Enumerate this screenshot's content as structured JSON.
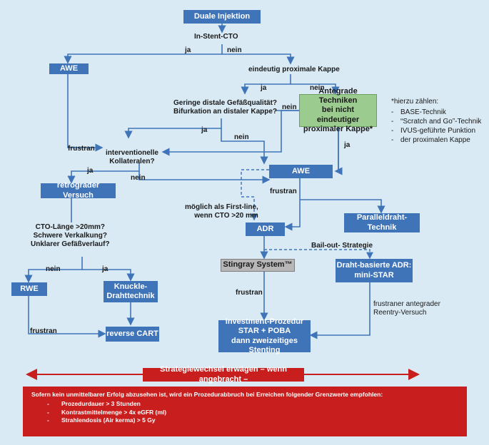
{
  "nodes": {
    "duale_injektion": "Duale Injektion",
    "in_stent_cto": "In-Stent-CTO",
    "awe_top": "AWE",
    "eindeutig_kappe": "eindeutig proximale Kappe",
    "geringe_qualitaet": "Geringe distale Gefäßqualität?\nBifurkation an distaler Kappe?",
    "antegrade_techniken": "Antegrade Techniken\nbei nicht eindeutiger\nproximaler Kappe*",
    "interventionelle_kollateralen": "interventionelle\nKollateralen?",
    "awe_mid": "AWE",
    "retrograder_versuch": "retrograder Versuch",
    "cto_laenge": "CTO-Länge >20mm?\nSchwere Verkalkung?\nUnklarer Gefäßverlauf?",
    "first_line": "möglich als First-line,\nwenn CTO >20 mm",
    "adr": "ADR",
    "paralleldraht": "Paralleldraht-Technik",
    "stingray": "Stingray System™",
    "draht_adr": "Draht-basierte ADR:\nmini-STAR",
    "rwe": "RWE",
    "knuckle": "Knuckle-\nDrahttechnik",
    "reverse_cart": "reverse CART",
    "investment": "Investment-Prozedur\nSTAR + POBA\ndann zweizeitiges Stenting"
  },
  "edge_labels": {
    "ja_1": "ja",
    "nein_1": "nein",
    "ja_2": "ja",
    "nein_2": "nein",
    "nein_3": "nein",
    "ja_3": "ja",
    "nein_4": "nein",
    "ja_4": "ja",
    "frustran_1": "frustran",
    "ja_5": "ja",
    "nein_5": "nein",
    "frustran_2": "frustran",
    "bail_out": "Bail-out- Strategie",
    "nein_6": "nein",
    "ja_6": "ja",
    "frustran_3": "frustran",
    "frustran_4": "frustran",
    "frustraner_antegrader": "frustraner antegrader\nReentry-Versuch"
  },
  "note": {
    "title": "*hierzu zählen:",
    "items": [
      "BASE-Technik",
      "“Scratch and Go”-Technik",
      "IVUS-geführte Punktion",
      "der proximalen Kappe"
    ]
  },
  "strategy_banner": "Strategiewechsel erwägen – wenn angebracht –",
  "limits": {
    "intro": "Sofern kein unmittelbarer Erfolg abzusehen ist, wird ein Prozedurabbruch bei Erreichen folgender Grenzwerte empfohlen:",
    "items": [
      "Prozedurdauer > 3 Stunden",
      "Kontrastmittelmenge > 4x eGFR (ml)",
      "Strahlendosis (Air kerma) > 5 Gy"
    ]
  },
  "colors": {
    "background": "#d9eaf4",
    "box_blue": "#3f74b8",
    "box_green": "#9bcb8e",
    "box_grey": "#b7b7b7",
    "alert_red": "#c81e1e",
    "line": "#3f74b8"
  }
}
